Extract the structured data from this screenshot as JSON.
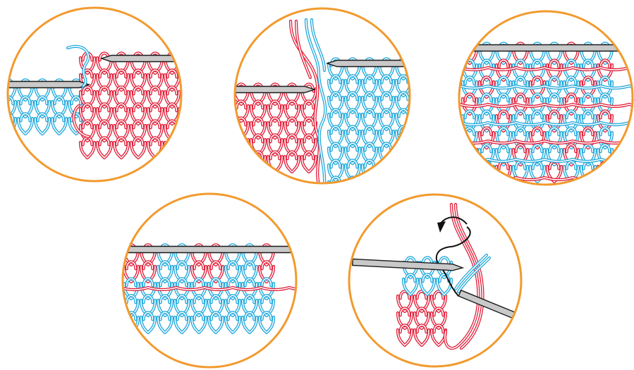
{
  "colors": {
    "frame": "#f29a2e",
    "yarn_red": "#e0203a",
    "yarn_blue": "#23a9dc",
    "needle_fill": "#c9c9c9",
    "needle_stroke": "#1a1a1a",
    "arrow": "#111111",
    "background": "#ffffff"
  },
  "panels": [
    {
      "id": "panel-1",
      "yarns": [
        "blue",
        "red"
      ],
      "tools": [
        "needle-left",
        "needle-right"
      ],
      "icons": [
        "knitting-needle-icon"
      ]
    },
    {
      "id": "panel-2",
      "yarns": [
        "red",
        "blue"
      ],
      "tools": [
        "needle-left",
        "needle-right"
      ],
      "icons": [
        "knitting-needle-icon"
      ]
    },
    {
      "id": "panel-3",
      "yarns": [
        "blue",
        "red"
      ],
      "tools": [
        "needle-top"
      ],
      "icons": [
        "knitting-needle-icon"
      ]
    },
    {
      "id": "panel-4",
      "yarns": [
        "red",
        "blue"
      ],
      "tools": [
        "needle-top"
      ],
      "icons": [
        "knitting-needle-icon"
      ]
    },
    {
      "id": "panel-5",
      "yarns": [
        "blue",
        "red",
        "black"
      ],
      "tools": [
        "needle-top",
        "needle-diagonal"
      ],
      "icons": [
        "knitting-needle-icon",
        "curved-arrow-icon"
      ]
    }
  ]
}
